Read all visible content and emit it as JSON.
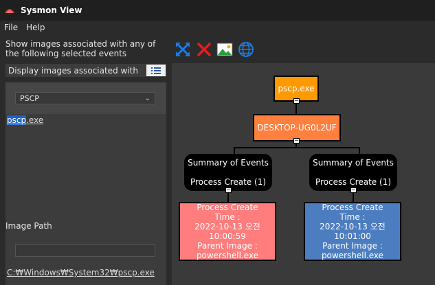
{
  "window": {
    "title": "Sysmon View"
  },
  "menu": {
    "file": "File",
    "help": "Help"
  },
  "left_panel": {
    "description": "Show images associated with any of the following selected events",
    "display_label": "Display images associated with",
    "event_dropdown": "PSCP",
    "image_link_hl": "pscp",
    "image_link_rest": ".exe",
    "image_path_label": "Image Path",
    "image_path_value": "C:₩Windows₩System32₩pscp.exe"
  },
  "toolbar": {
    "icons": [
      "expand-arrows-icon",
      "close-x-icon",
      "image-icon",
      "globe-icon"
    ]
  },
  "graph": {
    "root": "pscp.exe",
    "host": "DESKTOP-UG0L2UF",
    "summary_left": {
      "title": "Summary of Events",
      "detail": "Process Create (1)"
    },
    "summary_right": {
      "title": "Summary of Events",
      "detail": "Process Create (1)"
    },
    "event_left": {
      "l1": "Process Create",
      "l2": "Time :",
      "l3": "2022-10-13 오전 10:00:59",
      "l4": "Parent Image :",
      "l5": "powershell.exe"
    },
    "event_right": {
      "l1": "Process Create",
      "l2": "Time :",
      "l3": "2022-10-13 오전 10:01:00",
      "l4": "Parent Image :",
      "l5": "powershell.exe"
    },
    "collapse_glyph": "−"
  },
  "colors": {
    "root_node": "#ff9900",
    "host_node": "#ff7f3f",
    "event_left": "#ff7d7d",
    "event_right": "#4c7dc0",
    "summary": "#000000",
    "canvas": "#3a3a3a"
  }
}
